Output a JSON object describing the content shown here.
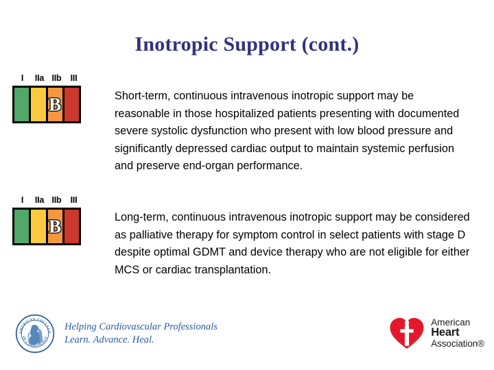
{
  "slide": {
    "title": "Inotropic Support (cont.)",
    "title_color": "#32327e"
  },
  "coi_legend": {
    "labels": [
      "I",
      "IIa",
      "IIb",
      "III"
    ],
    "colors": {
      "class_i": "#52a868",
      "class_iia": "#fdc93e",
      "class_iib": "#f6973f",
      "class_iii": "#cb392d"
    }
  },
  "recommendations": [
    {
      "class_labels": [
        "I",
        "IIa",
        "IIb",
        "III"
      ],
      "highlighted_class": "IIb",
      "level_of_evidence": "B",
      "text": "Short-term, continuous intravenous inotropic support may be reasonable in those hospitalized patients presenting with documented severe systolic dysfunction who present with low blood pressure and significantly depressed cardiac output to maintain systemic perfusion and preserve end-organ performance."
    },
    {
      "class_labels": [
        "I",
        "IIa",
        "IIb",
        "III"
      ],
      "highlighted_class": "IIb",
      "level_of_evidence": "B",
      "text": "Long-term, continuous intravenous inotropic support may be considered as palliative therapy for symptom control in select patients with stage D despite optimal GDMT and device therapy who are not eligible for either MCS or cardiac transplantation."
    }
  ],
  "footer": {
    "acc": {
      "seal_text": "AMERICAN COLLEGE OF CARDIOLOGY",
      "tagline_line1": "Helping Cardiovascular Professionals",
      "tagline_line2": "Learn. Advance. Heal.",
      "color": "#2a5d9e"
    },
    "aha": {
      "line1": "American",
      "line2": "Heart",
      "line3": "Association®",
      "heart_color": "#e3192b"
    }
  }
}
